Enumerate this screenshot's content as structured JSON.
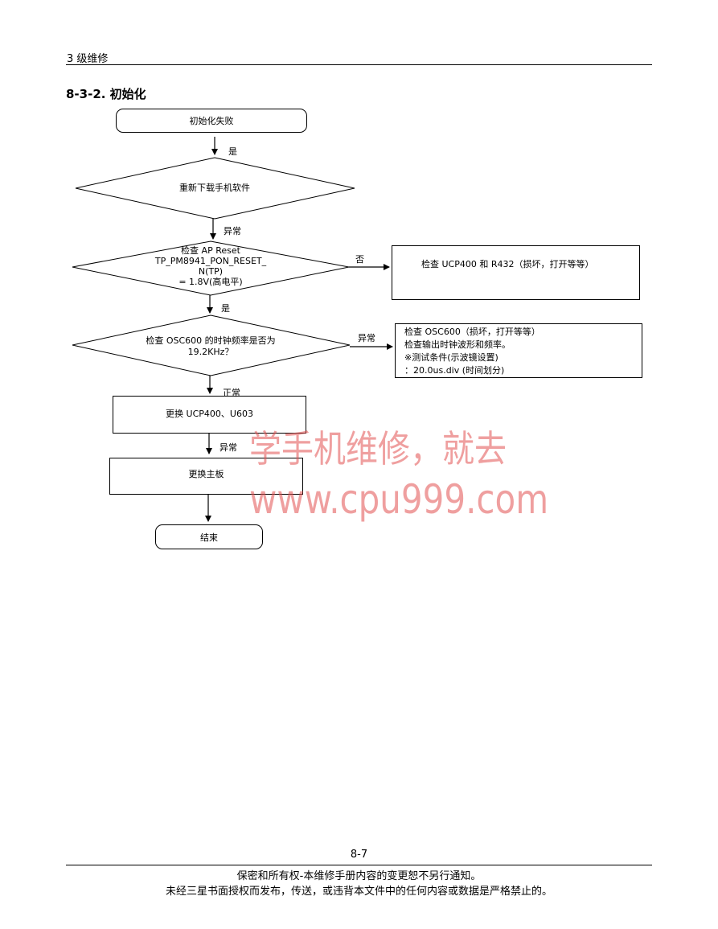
{
  "header": {
    "chapter": "3 级维修",
    "section_title": "8-3-2.  初始化"
  },
  "flow": {
    "start": "初始化失败",
    "d1": "重新下载手机软件",
    "d2_lines": [
      "检查 AP Reset",
      "TP_PM8941_PON_RESET_",
      "N(TP)",
      "= 1.8V(高电平)"
    ],
    "d3_lines": [
      "检查 OSC600 的时钟频率是否为",
      "19.2KHz？"
    ],
    "box_right1": "检查 UCP400 和 R432（损坏，打开等等）",
    "box_right2_lines": [
      "检查 OSC600（损坏，打开等等）",
      "检查输出时钟波形和频率。",
      "※测试条件(示波镜设置)",
      "：20.0us.div (时间划分)"
    ],
    "box_replace1": "更换 UCP400、U603",
    "box_replace2": "更换主板",
    "end": "结束",
    "labels": {
      "yes1": "是",
      "abnormal1": "异常",
      "no": "否",
      "yes2": "是",
      "abnormal2": "异常",
      "normal": "正常",
      "abnormal3": "异常"
    }
  },
  "watermark": {
    "line1": "学手机维修，就去",
    "line2": "www.cpu999.com"
  },
  "footer": {
    "page_number": "8-7",
    "line1": "保密和所有权-本维修手册内容的变更恕不另行通知。",
    "line2": "未经三星书面授权而发布，传送，或违背本文件中的任何内容或数据是严格禁止的。"
  }
}
